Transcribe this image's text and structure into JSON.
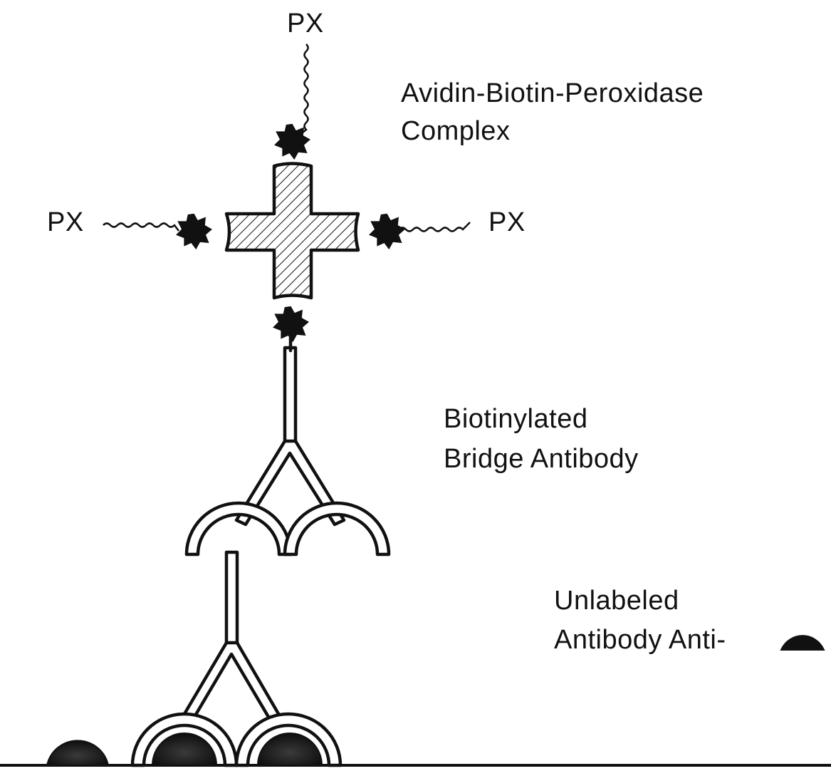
{
  "labels": {
    "px_top": "PX",
    "px_left": "PX",
    "px_right": "PX",
    "complex_line1": "Avidin-Biotin-Peroxidase",
    "complex_line2": "Complex",
    "bridge_line1": "Biotinylated",
    "bridge_line2": "Bridge Antibody",
    "unlabeled_line1": "Unlabeled",
    "unlabeled_line2": "Antibody Anti-"
  },
  "colors": {
    "ink": "#111111",
    "background": "#ffffff"
  }
}
